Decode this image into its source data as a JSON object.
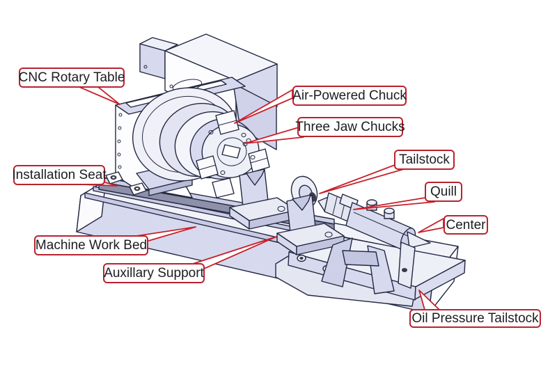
{
  "callouts": [
    {
      "id": "cnc-rotary-table",
      "text": "CNC Rotary Table"
    },
    {
      "id": "air-powered-chuck",
      "text": "Air-Powered Chuck"
    },
    {
      "id": "three-jaw-chucks",
      "text": "Three Jaw Chucks"
    },
    {
      "id": "tailstock",
      "text": "Tailstock"
    },
    {
      "id": "quill",
      "text": "Quill"
    },
    {
      "id": "center",
      "text": "Center"
    },
    {
      "id": "installation-seat",
      "text": "Installation Seat"
    },
    {
      "id": "machine-work-bed",
      "text": "Machine Work Bed"
    },
    {
      "id": "auxillary-support",
      "text": "Auxillary Support"
    },
    {
      "id": "oil-pressure-tailstock",
      "text": "Oil Pressure Tailstock"
    }
  ],
  "style": {
    "label_border_color": "#b92230",
    "leader_arrow_color": "#c8202a",
    "label_text_color": "#1d1d20",
    "machine_fill": "#d7d9ee",
    "machine_fill_light": "#f2f3fa",
    "machine_fill_white": "#fcfcff",
    "rail_dark_fill": "#8e90aa",
    "outline_color": "#232840",
    "background": "#ffffff"
  }
}
